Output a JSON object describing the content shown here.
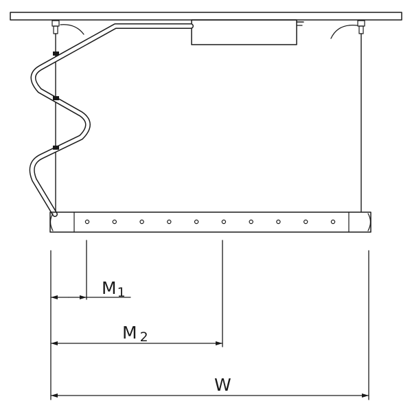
{
  "diagram": {
    "labels": {
      "m1_main": "M",
      "m1_sub": "1",
      "m2_main": "M",
      "m2_sub": "2",
      "w": "W"
    },
    "led_dot_count": 10,
    "colors": {
      "stroke": "#1a1a1a",
      "background": "#ffffff"
    }
  }
}
